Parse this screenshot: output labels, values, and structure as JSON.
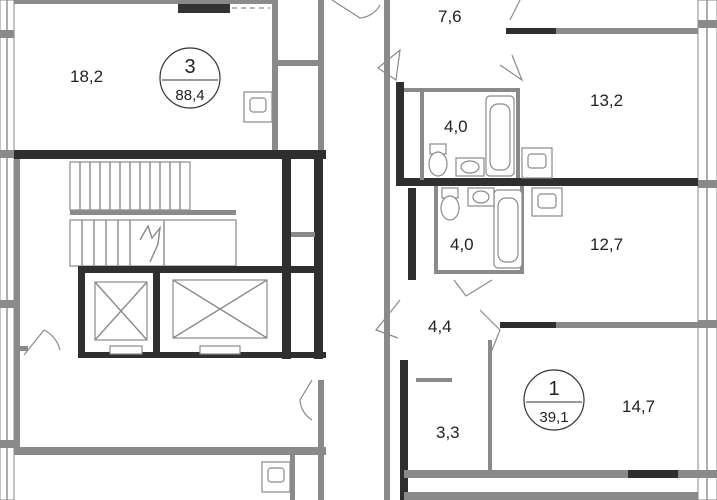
{
  "apartments": [
    {
      "number": "3",
      "area": "88,4"
    },
    {
      "number": "1",
      "area": "39,1"
    }
  ],
  "rooms": {
    "living_3": "18,2",
    "hall_top": "7,6",
    "bathroom_upper": "4,0",
    "bedroom_upper_right": "13,2",
    "bathroom_lower": "4,0",
    "bedroom_middle_right": "12,7",
    "hall_lower": "4,4",
    "storage": "3,3",
    "room_1": "14,7"
  },
  "colors": {
    "wall_dark": "#2f2f2f",
    "wall_gray": "#8a8a8a",
    "text": "#222222"
  }
}
